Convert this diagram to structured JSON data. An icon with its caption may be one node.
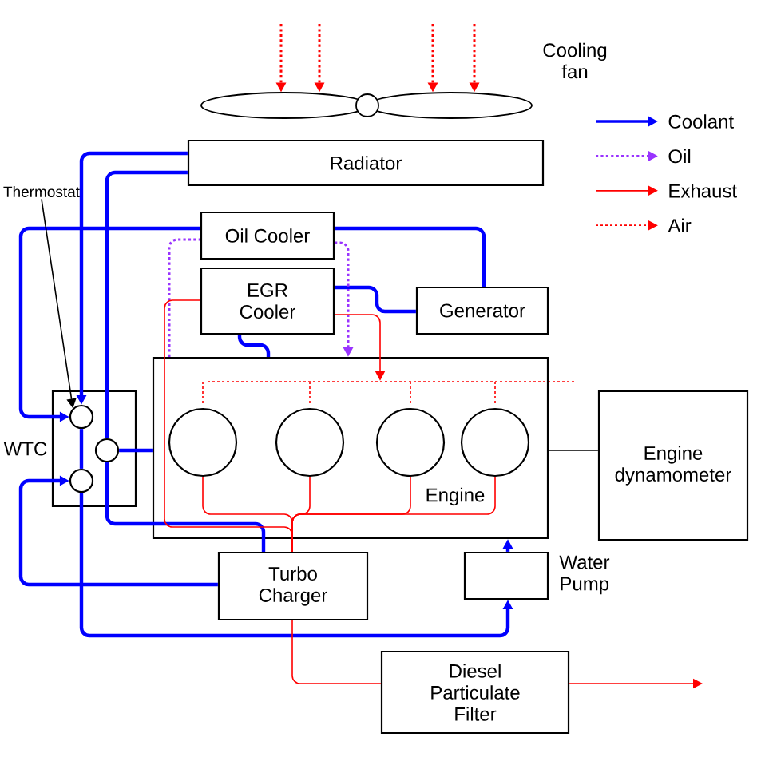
{
  "diagram": {
    "nodes": [
      {
        "text": [],
        "shape": "fan",
        "beside": [
          "Cooling fan"
        ]
      },
      {
        "text": [
          "Radiator"
        ]
      },
      {
        "text": [
          "Oil Cooler"
        ]
      },
      {
        "text": [
          "EGR Cooler"
        ]
      },
      {
        "text": [
          "Generator"
        ]
      },
      {
        "text": [
          "Thermostat"
        ]
      },
      {
        "text": [],
        "shape": "box",
        "beside": [
          "WTC"
        ]
      },
      {
        "text": [],
        "shape": "circle",
        "in": 6
      },
      {
        "text": [],
        "shape": "circle",
        "in": 6
      },
      {
        "text": [],
        "shape": "circle",
        "in": 6
      },
      {
        "text": [
          "Engine"
        ]
      },
      {
        "text": [],
        "shape": "circle",
        "in": 10
      },
      {
        "text": [],
        "shape": "circle",
        "in": 10
      },
      {
        "text": [],
        "shape": "circle",
        "in": 10
      },
      {
        "text": [],
        "shape": "circle",
        "in": 10
      },
      {
        "text": [
          "Engine dynamometer"
        ]
      },
      {
        "text": [
          "Turbo Charger"
        ]
      },
      {
        "text": [],
        "shape": "box",
        "beside": [
          "Water Pump"
        ]
      },
      {
        "text": [
          "Diesel Particulate Filter"
        ]
      }
    ],
    "edges": [
      {
        "from": 1,
        "to": 7,
        "arrow": "to",
        "color": "#0000ff"
      },
      {
        "from": 1,
        "to": 8,
        "arrow": "none",
        "color": "#0000ff"
      },
      {
        "from": 8,
        "to": 16,
        "arrow": "none",
        "color": "#0000ff"
      },
      {
        "from": 8,
        "to": 10,
        "arrow": "none",
        "color": "#0000ff"
      },
      {
        "from": 4,
        "to": 2,
        "arrow": "none",
        "color": "#0000ff"
      },
      {
        "from": 2,
        "to": 7,
        "arrow": "to",
        "color": "#0000ff"
      },
      {
        "from": 3,
        "to": 4,
        "arrow": "none",
        "color": "#0000ff"
      },
      {
        "from": 3,
        "to": 10,
        "arrow": "none",
        "color": "#0000ff"
      },
      {
        "from": 16,
        "to": 9,
        "arrow": "to",
        "color": "#0000ff"
      },
      {
        "from": 9,
        "to": 17,
        "arrow": "to",
        "color": "#0000ff"
      },
      {
        "from": 7,
        "to": 9,
        "arrow": "none",
        "color": "#0000ff"
      },
      {
        "from": 17,
        "to": 10,
        "arrow": "to",
        "color": "#0000ff"
      },
      {
        "from": 10,
        "to": 2,
        "arrow": "none",
        "style": "dashed",
        "color": "#9933ff"
      },
      {
        "from": 2,
        "to": 10,
        "arrow": "to",
        "style": "dashed",
        "color": "#9933ff"
      },
      {
        "from": 3,
        "to": 16,
        "arrow": "none",
        "color": "#ff0000"
      },
      {
        "from": 3,
        "to": 10,
        "arrow": "to",
        "color": "#ff0000"
      },
      {
        "from": 11,
        "to": 16,
        "arrow": "none",
        "color": "#ff0000"
      },
      {
        "from": 12,
        "to": 16,
        "arrow": "none",
        "color": "#ff0000"
      },
      {
        "from": 13,
        "to": 16,
        "arrow": "none",
        "color": "#ff0000"
      },
      {
        "from": 14,
        "to": 16,
        "arrow": "none",
        "color": "#ff0000"
      },
      {
        "from": 16,
        "to": 18,
        "arrow": "none",
        "color": "#ff0000"
      },
      {
        "from": 18,
        "to": null,
        "arrow": "to",
        "color": "#ff0000"
      },
      {
        "from": 10,
        "to": 15,
        "arrow": "none",
        "color": "#000000"
      },
      {
        "from": 5,
        "to": 7,
        "arrow": "to",
        "color": "#000000"
      },
      {
        "from": null,
        "to": 0,
        "arrow": "to",
        "style": "dashed",
        "color": "#ff0000"
      },
      {
        "from": null,
        "to": 0,
        "arrow": "to",
        "style": "dashed",
        "color": "#ff0000"
      },
      {
        "from": null,
        "to": 0,
        "arrow": "to",
        "style": "dashed",
        "color": "#ff0000"
      },
      {
        "from": null,
        "to": 0,
        "arrow": "to",
        "style": "dashed",
        "color": "#ff0000"
      }
    ],
    "legend": [
      {
        "text": "Coolant"
      },
      {
        "text": "Oil"
      },
      {
        "text": "Exhaust"
      },
      {
        "text": "Air"
      }
    ]
  }
}
